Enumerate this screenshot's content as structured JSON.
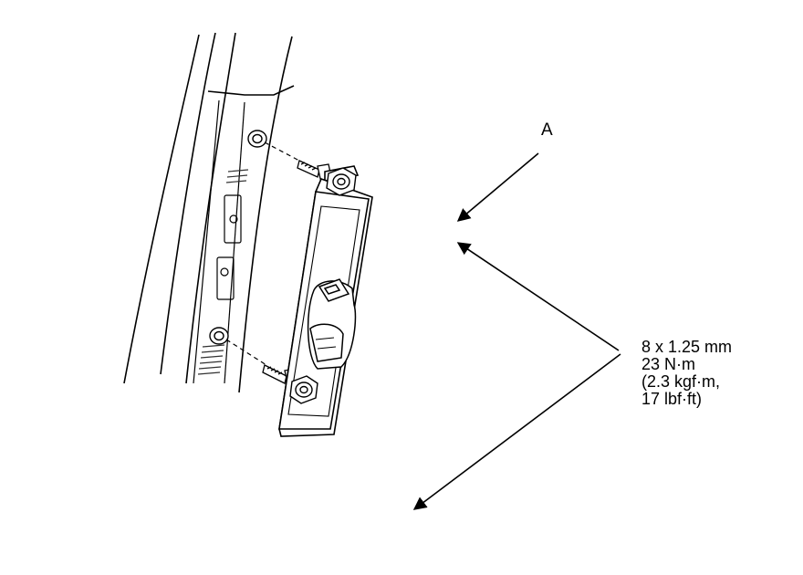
{
  "callouts": {
    "view_label": "A",
    "torque_spec": {
      "line1": "8 x 1.25 mm",
      "line2": "23 N·m",
      "line3": "(2.3 kgf·m,",
      "line4": "17 lbf·ft)"
    }
  },
  "colors": {
    "ink": "#000000",
    "paper": "#ffffff",
    "hatch": "#333333"
  }
}
